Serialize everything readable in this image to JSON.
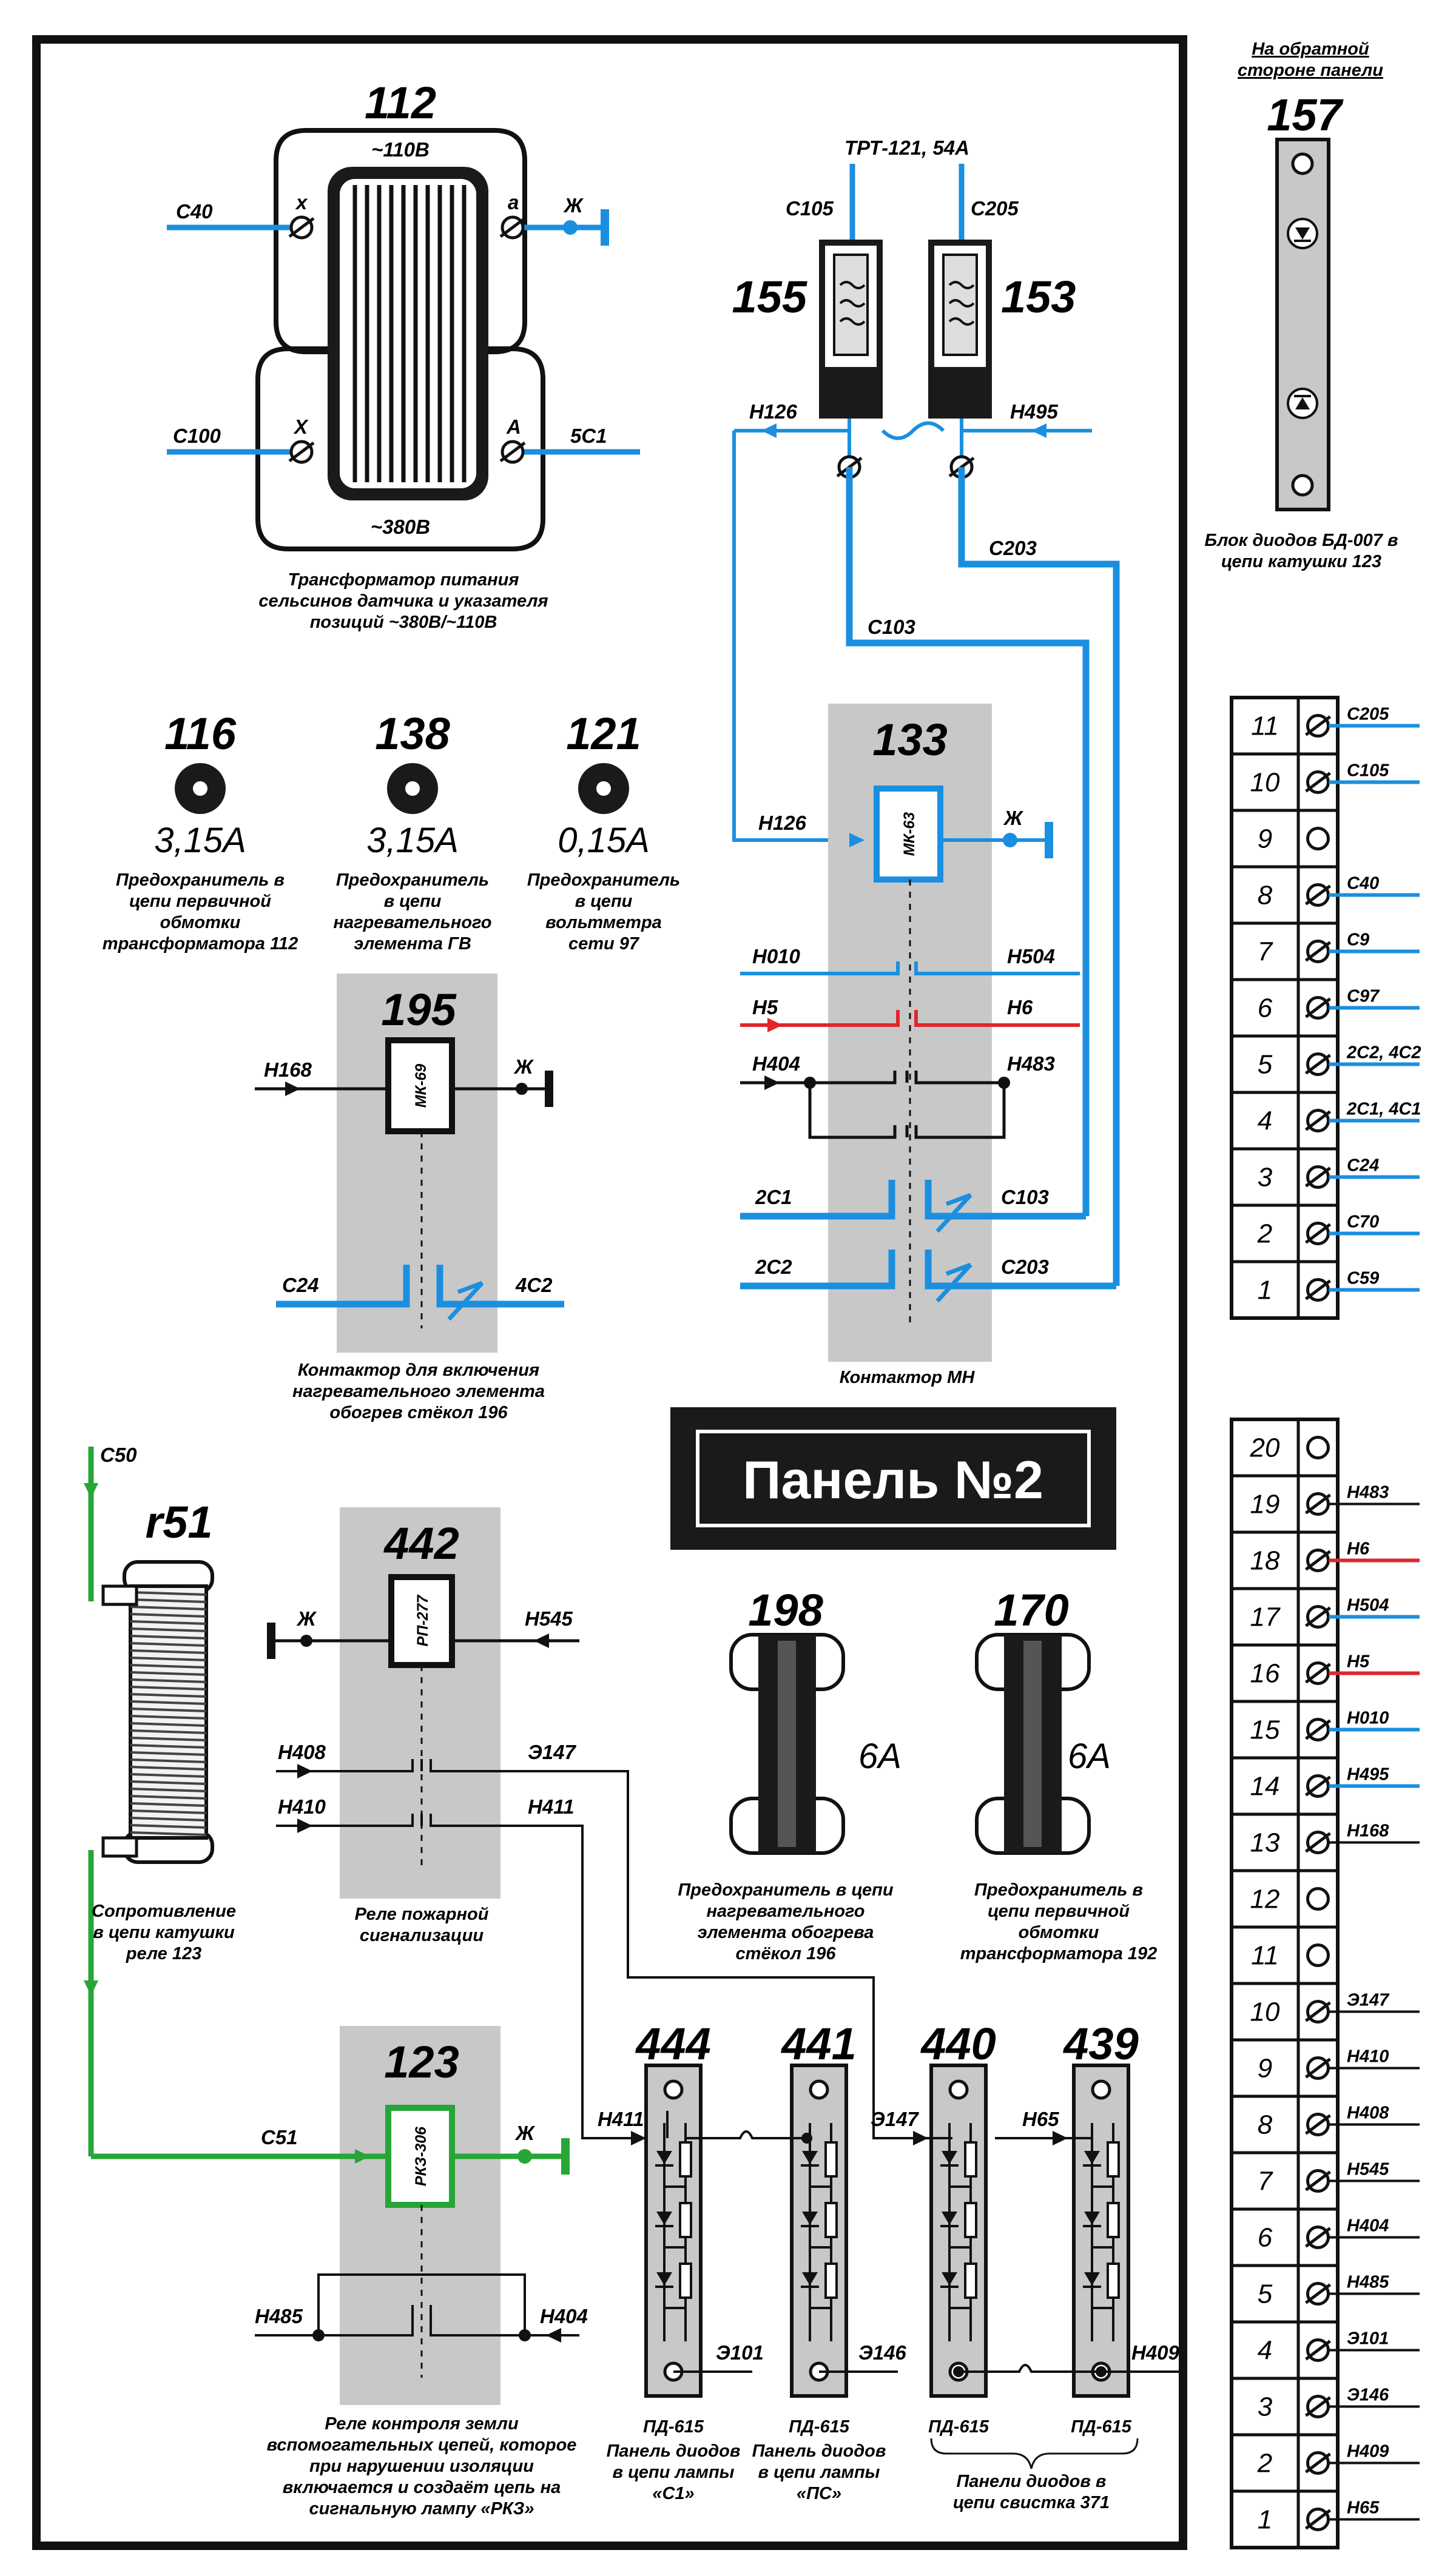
{
  "colors": {
    "blue": "#1a8fe0",
    "red": "#e0262b",
    "green": "#27a536",
    "gray": "#c8c8c8",
    "black": "#111111"
  },
  "panel_title": "Панель №2",
  "transformer": {
    "id": "112",
    "top_voltage": "~110В",
    "bottom_voltage": "~380В",
    "x": "x",
    "a": "a",
    "X": "X",
    "A": "A",
    "c40": "С40",
    "c100": "С100",
    "zh": "Ж",
    "c5": "5С1",
    "caption": [
      "Трансформатор питания",
      "сельсинов датчика и указателя",
      "позиций ~380В/~110В"
    ]
  },
  "relays_top": {
    "trt": "ТРТ-121, 54А",
    "r155": "155",
    "r153": "153",
    "c105": "С105",
    "c205": "С205",
    "n126": "Н126",
    "n495": "Н495",
    "c203": "С203",
    "c103": "С103"
  },
  "fuses_round": [
    {
      "id": "116",
      "rating": "3,15А",
      "caption": [
        "Предохранитель в",
        "цепи первичной",
        "обмотки",
        "трансформатора 112"
      ]
    },
    {
      "id": "138",
      "rating": "3,15А",
      "caption": [
        "Предохранитель",
        "в цепи",
        "нагревательного",
        "элемента ГВ"
      ]
    },
    {
      "id": "121",
      "rating": "0,15А",
      "caption": [
        "Предохранитель",
        "в  цепи",
        "вольтметра",
        "сети 97"
      ]
    }
  ],
  "contactor133": {
    "id": "133",
    "coil": "МК-63",
    "n126": "Н126",
    "zh": "Ж",
    "n010": "Н010",
    "n504": "Н504",
    "n5": "Н5",
    "n6": "Н6",
    "n404": "Н404",
    "n483": "Н483",
    "c2c1": "2С1",
    "c103": "С103",
    "c2c2": "2С2",
    "c203": "С203",
    "caption": "Контактор МН"
  },
  "contactor195": {
    "id": "195",
    "coil": "МК-69",
    "n168": "Н168",
    "zh": "Ж",
    "c24": "С24",
    "c4c2": "4С2",
    "caption": [
      "Контактор для включения",
      "нагревательного элемента",
      "обогрев стёкол 196"
    ]
  },
  "diode_block": {
    "header": [
      "На обратной",
      "стороне панели"
    ],
    "id": "157",
    "caption": [
      "Блок диодов БД-007 в",
      "цепи катушки 123"
    ]
  },
  "terminal_top": [
    {
      "num": "11",
      "label": "С205",
      "type": "screw",
      "color": "blue"
    },
    {
      "num": "10",
      "label": "С105",
      "type": "screw",
      "color": "blue"
    },
    {
      "num": "9",
      "label": "",
      "type": "ring",
      "color": ""
    },
    {
      "num": "8",
      "label": "С40",
      "type": "screw",
      "color": "blue"
    },
    {
      "num": "7",
      "label": "С9",
      "type": "screw",
      "color": "blue"
    },
    {
      "num": "6",
      "label": "С97",
      "type": "screw",
      "color": "blue"
    },
    {
      "num": "5",
      "label": "2С2, 4С2",
      "type": "screw",
      "color": "blue"
    },
    {
      "num": "4",
      "label": "2С1, 4С1",
      "type": "screw",
      "color": "blue"
    },
    {
      "num": "3",
      "label": "С24",
      "type": "screw",
      "color": "blue"
    },
    {
      "num": "2",
      "label": "С70",
      "type": "screw",
      "color": "blue"
    },
    {
      "num": "1",
      "label": "С59",
      "type": "screw",
      "color": "blue"
    }
  ],
  "terminal_bottom": [
    {
      "num": "20",
      "label": "",
      "type": "ring",
      "color": ""
    },
    {
      "num": "19",
      "label": "Н483",
      "type": "screw",
      "color": "black"
    },
    {
      "num": "18",
      "label": "Н6",
      "type": "screw",
      "color": "red"
    },
    {
      "num": "17",
      "label": "Н504",
      "type": "screw",
      "color": "blue"
    },
    {
      "num": "16",
      "label": "Н5",
      "type": "screw",
      "color": "red"
    },
    {
      "num": "15",
      "label": "Н010",
      "type": "screw",
      "color": "blue"
    },
    {
      "num": "14",
      "label": "Н495",
      "type": "screw",
      "color": "blue"
    },
    {
      "num": "13",
      "label": "Н168",
      "type": "screw",
      "color": "black"
    },
    {
      "num": "12",
      "label": "",
      "type": "ring",
      "color": ""
    },
    {
      "num": "11",
      "label": "",
      "type": "ring",
      "color": ""
    },
    {
      "num": "10",
      "label": "Э147",
      "type": "screw",
      "color": "black"
    },
    {
      "num": "9",
      "label": "Н410",
      "type": "screw",
      "color": "black"
    },
    {
      "num": "8",
      "label": "Н408",
      "type": "screw",
      "color": "black"
    },
    {
      "num": "7",
      "label": "Н545",
      "type": "screw",
      "color": "black"
    },
    {
      "num": "6",
      "label": "Н404",
      "type": "screw",
      "color": "black"
    },
    {
      "num": "5",
      "label": "Н485",
      "type": "screw",
      "color": "black"
    },
    {
      "num": "4",
      "label": "Э101",
      "type": "screw",
      "color": "black"
    },
    {
      "num": "3",
      "label": "Э146",
      "type": "screw",
      "color": "black"
    },
    {
      "num": "2",
      "label": "Н409",
      "type": "screw",
      "color": "black"
    },
    {
      "num": "1",
      "label": "Н65",
      "type": "screw",
      "color": "black"
    }
  ],
  "resistor": {
    "id": "r51",
    "c50": "С50",
    "caption": [
      "Сопротивление",
      "в цепи катушки",
      "реле 123"
    ]
  },
  "relay442": {
    "id": "442",
    "coil": "РП-277",
    "zh": "Ж",
    "n545": "Н545",
    "n408": "Н408",
    "e147": "Э147",
    "n410": "Н410",
    "n411": "Н411",
    "caption": [
      "Реле пожарной",
      "сигнализации"
    ]
  },
  "relay123": {
    "id": "123",
    "coil": "РКЗ-306",
    "c51": "С51",
    "zh": "Ж",
    "n485": "Н485",
    "n404": "Н404",
    "caption": [
      "Реле контроля земли",
      "вспомогательных цепей, которое",
      "при нарушении  изоляции",
      "включается и создаёт цепь на",
      "сигнальную лампу «РКЗ»"
    ]
  },
  "fuses_flat": [
    {
      "id": "198",
      "rating": "6А",
      "caption": [
        "Предохранитель в цепи",
        "нагревательного",
        "элемента обогрева",
        "стёкол 196"
      ]
    },
    {
      "id": "170",
      "rating": "6А",
      "caption": [
        "Предохранитель в",
        "цепи первичной",
        "обмотки",
        "трансформатора 192"
      ]
    }
  ],
  "diode_panels": {
    "ids": [
      "444",
      "441",
      "440",
      "439"
    ],
    "model": "ПД-615",
    "n411": "Н411",
    "e147": "Э147",
    "n65": "Н65",
    "e101": "Э101",
    "e146": "Э146",
    "n409": "Н409",
    "caption1": [
      "Панель диодов",
      "в цепи лампы",
      "«С1»"
    ],
    "caption2": [
      "Панель диодов",
      "в цепи лампы",
      "«ПС»"
    ],
    "caption3": [
      "Панели диодов в",
      "цепи свистка 371"
    ]
  }
}
